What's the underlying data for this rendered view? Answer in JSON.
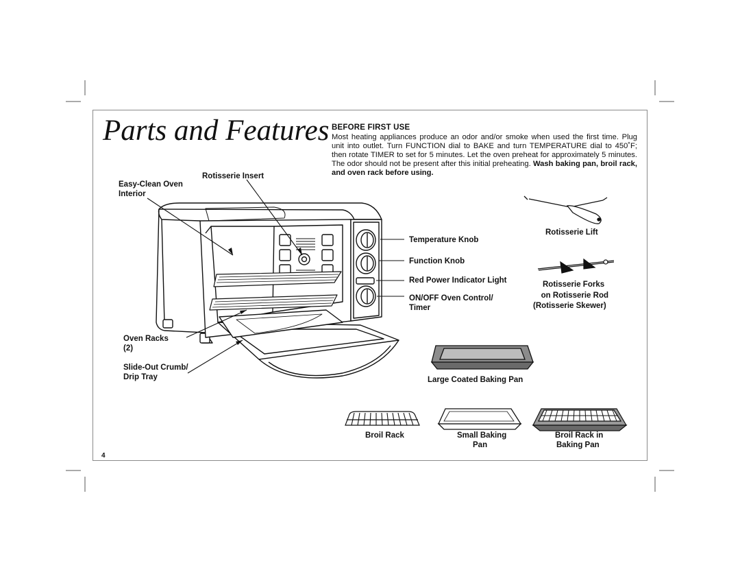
{
  "page": {
    "title": "Parts and Features",
    "page_number": "4"
  },
  "before_first_use": {
    "heading": "BEFORE FIRST USE",
    "body": "Most heating appliances produce an odor and/or smoke when used the first time. Plug unit into outlet. Turn FUNCTION dial to BAKE and turn TEMPERATURE dial to 450˚F; then rotate TIMER to set for 5 minutes. Let the oven preheat for approximately 5 minutes. The odor should not be present after this initial preheating. ",
    "emphasis": "Wash baking pan, broil rack, and oven rack before using."
  },
  "callouts": {
    "easy_clean_line1": "Easy-Clean Oven",
    "easy_clean_line2": "Interior",
    "rotisserie_insert": "Rotisserie Insert",
    "temperature_knob": "Temperature Knob",
    "function_knob": "Function Knob",
    "power_light": "Red Power Indicator Light",
    "onoff_line1": "ON/OFF Oven Control/",
    "onoff_line2": "Timer",
    "oven_racks_line1": "Oven Racks",
    "oven_racks_line2": "(2)",
    "crumb_tray_line1": "Slide-Out Crumb/",
    "crumb_tray_line2": "Drip Tray"
  },
  "accessories": {
    "rotisserie_lift": "Rotisserie Lift",
    "forks_line1": "Rotisserie Forks",
    "forks_line2": "on Rotisserie Rod",
    "forks_line3": "(Rotisserie Skewer)",
    "large_pan": "Large Coated Baking Pan",
    "broil_rack": "Broil Rack",
    "small_pan_line1": "Small Baking",
    "small_pan_line2": "Pan",
    "rack_in_pan_line1": "Broil Rack in",
    "rack_in_pan_line2": "Baking Pan"
  }
}
